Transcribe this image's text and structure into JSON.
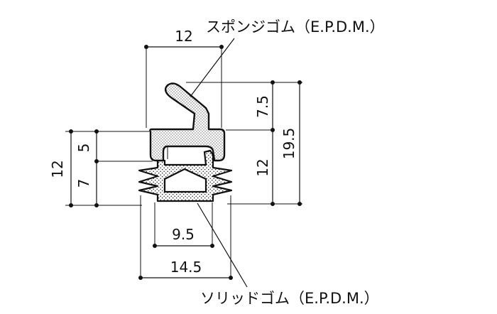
{
  "labels": {
    "sponge": "スポンジゴム（E.P.D.M.）",
    "solid": "ソリッドゴム（E.P.D.M.）"
  },
  "dimensions": {
    "top_width": "12",
    "left_total": "12",
    "left_upper": "5",
    "left_lower": "7",
    "right_upper": "7.5",
    "right_lower": "12",
    "right_total": "19.5",
    "bottom_inner": "9.5",
    "bottom_outer": "14.5"
  }
}
